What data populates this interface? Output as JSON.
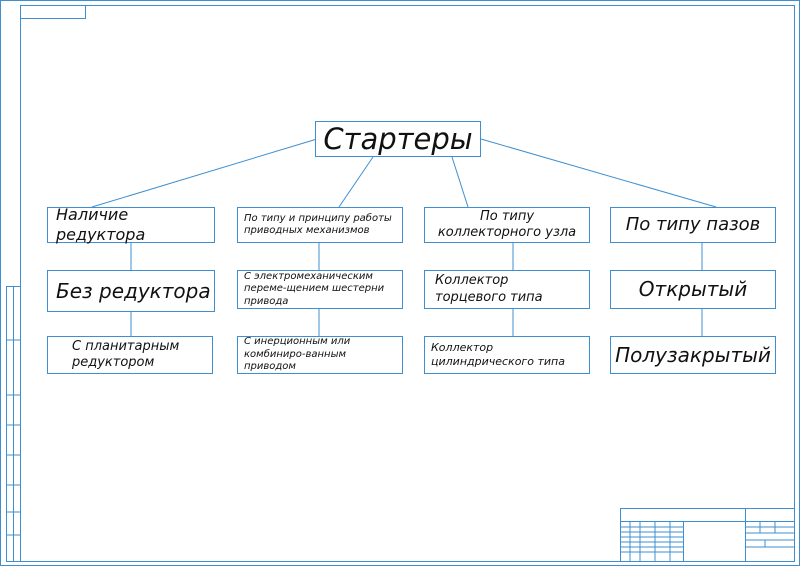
{
  "diagram": {
    "root": "Стартеры",
    "columns": [
      {
        "header": "Наличие редуктора",
        "items": [
          "Без редуктора",
          "С планитарным редуктором"
        ]
      },
      {
        "header": "По типу и принципу работы приводных механизмов",
        "items": [
          "С электромеханическим переме-щением шестерни привода",
          "С инерционным или комбиниро-ванным приводом"
        ]
      },
      {
        "header": "По типу коллекторного узла",
        "items": [
          "Коллектор торцевого типа",
          "Коллектор цилиндрического типа"
        ]
      },
      {
        "header": "По типу пазов",
        "items": [
          "Открытый",
          "Полузакрытый"
        ]
      }
    ]
  },
  "colors": {
    "line": "#3f8fd0",
    "text": "#111111"
  }
}
